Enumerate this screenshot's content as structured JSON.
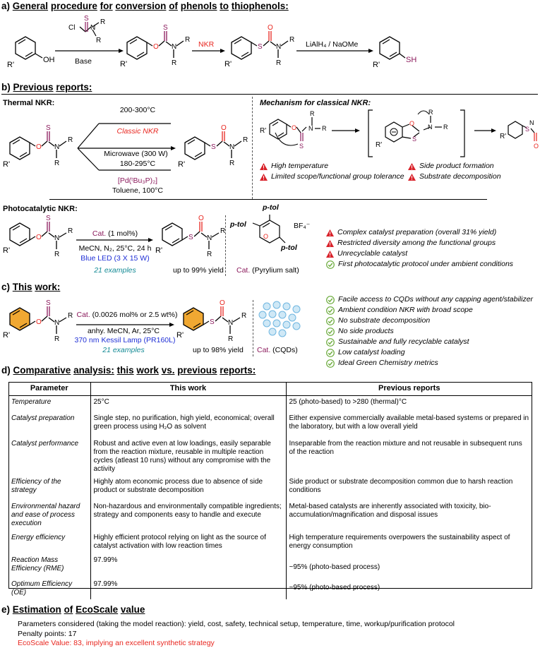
{
  "section_a": {
    "title_parts": [
      "a)",
      "General",
      "procedure",
      "for",
      "conversion",
      "of",
      "phenols",
      "to",
      "thiophenols:"
    ],
    "reagent_top": "S",
    "reagent_cl": "Cl",
    "reagent_n": "N",
    "reagent_r1": "R",
    "reagent_r2": "R",
    "base_label": "Base",
    "nkr_label": "NKR",
    "lialh_label": "LiAlH₄ / NaOMe"
  },
  "section_b": {
    "title_parts": [
      "b)",
      "Previous",
      "reports:"
    ],
    "thermal_label": "Thermal NKR:",
    "cond_top": "200-300°C",
    "cond_classic": "Classic NKR",
    "cond_mw": "Microwave (300 W)",
    "cond_mw_temp": "180-295°C",
    "cond_pd": "[Pd(ᵗBu₃P)₂]",
    "cond_pd_solvent": "Toluene, 100°C",
    "mechanism_label": "Mechanism for classical NKR:",
    "warnings_left": [
      "High temperature",
      "Limited scope/functional group tolerance"
    ],
    "warnings_right": [
      "Side product formation",
      "Substrate decomposition"
    ],
    "photo_label": "Photocatalytic NKR:",
    "photo_cat": "Cat.",
    "photo_cat_amt": " (1 mol%)",
    "photo_cond": "MeCN, N₂, 25°C, 24 h",
    "photo_light": "Blue LED (3 X 15 W)",
    "photo_examples": "21 examples",
    "photo_yield": "up to 99% yield",
    "pyrylium_label_cat": "Cat.",
    "pyrylium_label": " (Pyrylium salt)",
    "ptol": "p-tol",
    "bf4": "BF₄⁻",
    "photo_warnings": [
      "Complex catalyst preparation (overall 31% yield)",
      "Restricted diversity among the functional groups",
      "Unrecyclable catalyst"
    ],
    "photo_check": "First photocatalytic protocol under ambient conditions"
  },
  "section_c": {
    "title_parts": [
      "c)",
      "This",
      "work:"
    ],
    "cat": "Cat.",
    "cat_amt": " (0.0026 mol% or 2.5 wt%)",
    "cond": "anhy. MeCN, Ar, 25°C",
    "light": "370 nm Kessil Lamp (PR160L)",
    "examples": "21 examples",
    "yield": "up to 98% yield",
    "cqd_cat": "Cat.",
    "cqd_label": " (CQDs)",
    "checks": [
      "Facile access to CQDs without any capping agent/stabilizer",
      "Ambient condition NKR with broad scope",
      "No substrate decomposition",
      "No side products",
      "Sustainable and fully recyclable catalyst",
      "Low catalyst loading",
      "Ideal Green Chemistry metrics"
    ]
  },
  "section_d": {
    "title_parts": [
      "d)",
      "Comparative",
      "analysis:",
      "this",
      "work",
      "vs.",
      "previous",
      "reports:"
    ],
    "headers": [
      "Parameter",
      "This work",
      "Previous reports"
    ],
    "rows": [
      [
        "Temperature",
        "25°C",
        "25 (photo-based) to >280 (thermal)°C"
      ],
      [
        "Catalyst preparation",
        "Single step, no purification, high yield, economical; overall green process using H₂O as solvent",
        "Either expensive commercially available metal-based systems or prepared in the laboratory, but with a low overall yield"
      ],
      [
        "Catalyst performance",
        "Robust and active even at low loadings, easily separable from the reaction mixture, reusable in multiple reaction cycles (atleast 10 runs) without any compromise with the activity",
        "Inseparable from the reaction mixture and not reusable in subsequent runs of the reaction"
      ],
      [
        "Efficiency of the strategy",
        "Highly atom economic process due to absence of side product or substrate decomposition",
        "Side product or substrate decomposition common due to harsh reaction conditions"
      ],
      [
        "Environmental hazard and ease of process execution",
        "Non-hazardous and environmentally compatible ingredients; strategy and components easy to handle and execute",
        "Metal-based catalysts are inherently associated with toxicity, bio-accumulation/magnification and disposal issues"
      ],
      [
        "Energy efficiency",
        "Highly efficient protocol relying on light as the source of catalyst activation with low reaction times",
        "High temperature requirements overpowers the sustainability aspect of energy consumption"
      ],
      [
        "Reaction Mass Efficiency (RME)",
        "97.99%",
        "~95% (photo-based process)"
      ],
      [
        "Optimum Efficiency (OE)",
        "97.99%",
        "~95% (photo-based process)"
      ]
    ]
  },
  "section_e": {
    "title_parts": [
      "e)",
      "Estimation",
      "of",
      "EcoScale",
      "value"
    ],
    "params": "Parameters considered (taking the model reaction): yield, cost, safety, technical setup, temperature, time, workup/purification protocol",
    "penalty": "Penalty points: 17",
    "ecoscale": "EcoScale Value: 83, implying an excellent synthetic strategy"
  },
  "chem": {
    "O": "O",
    "S": "S",
    "N": "N",
    "R": "R",
    "Rp": "R'",
    "OH": "OH",
    "SH": "SH"
  },
  "colors": {
    "sulfur": "#8b1a5c",
    "red": "#e8261f",
    "blue": "#1f2fd6",
    "teal": "#148a95",
    "warn": "#d9232b",
    "check": "#6aaa3a",
    "orange_ring": "#f0a832",
    "cqd": "#8cc8e8"
  }
}
